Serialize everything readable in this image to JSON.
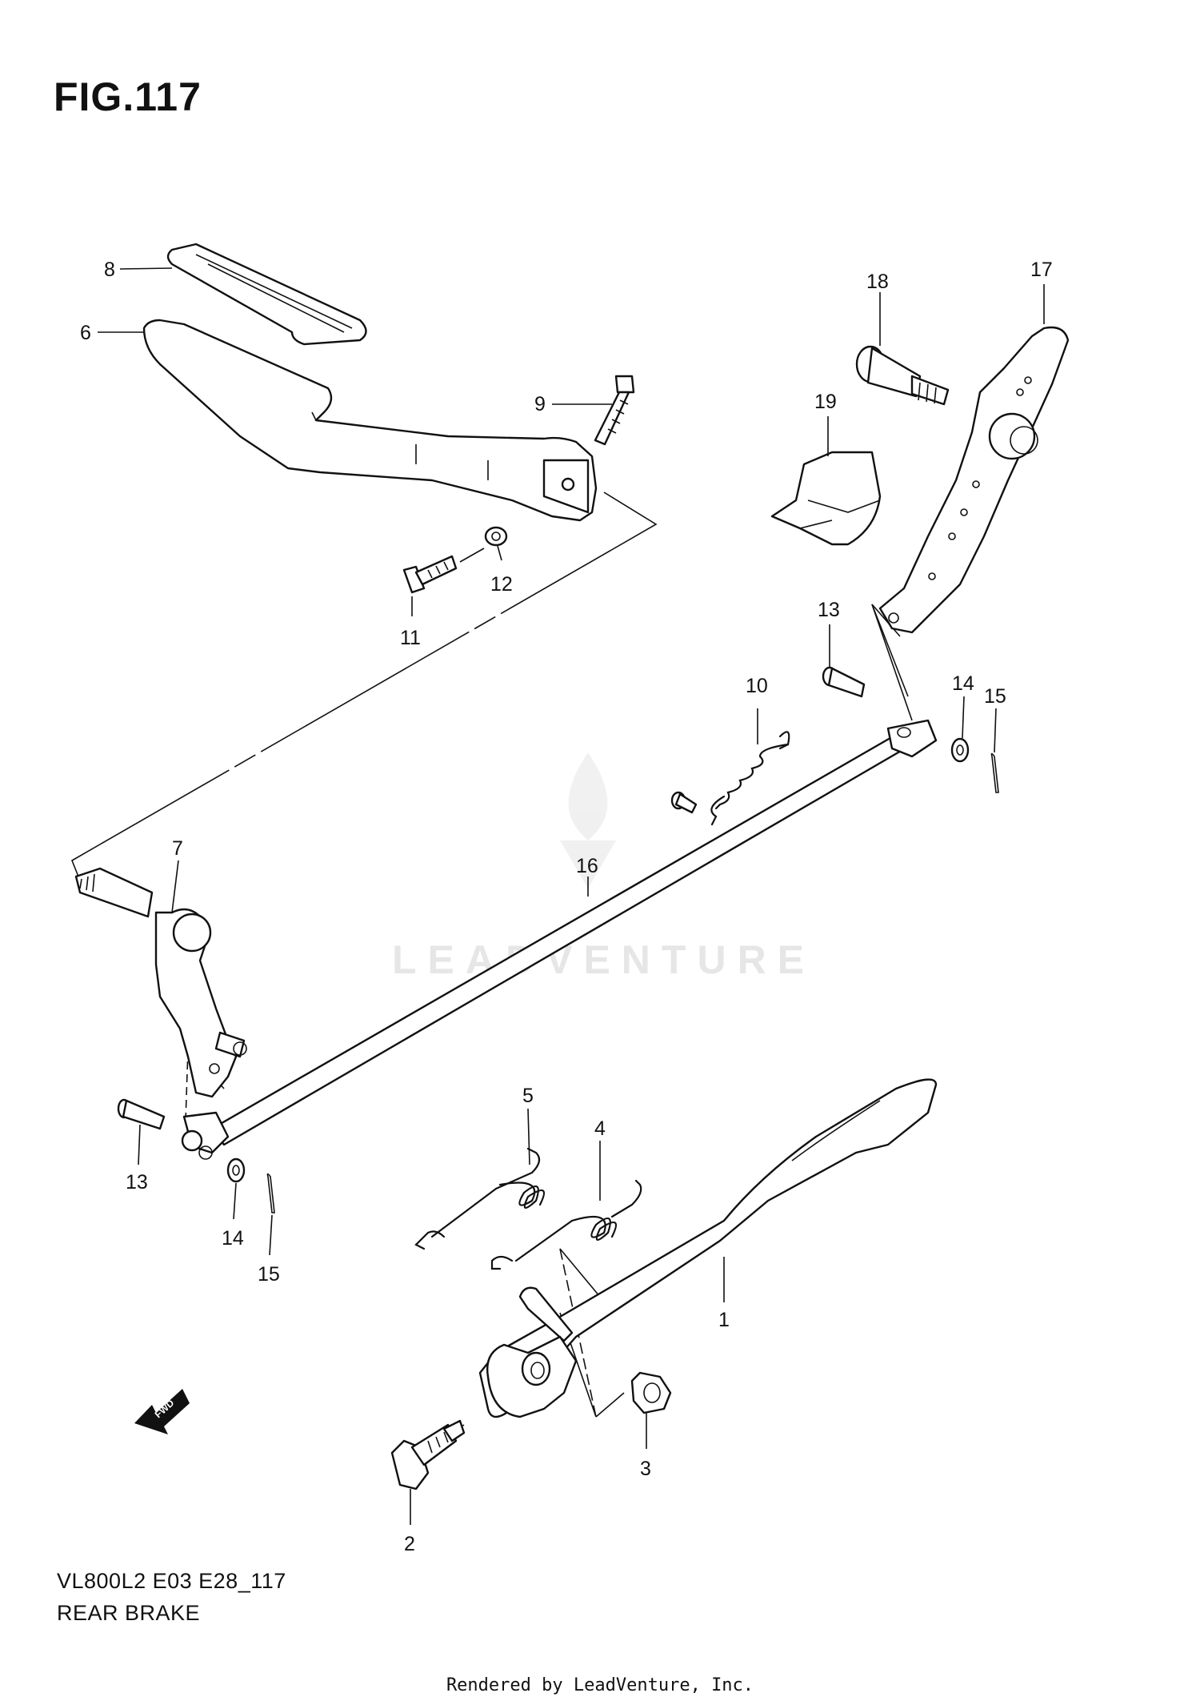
{
  "figure": {
    "title": "FIG.117",
    "model_code": "VL800L2 E03 E28_117",
    "assembly_name": "REAR BRAKE",
    "watermark": "LEADVENTURE",
    "rendered_by": "Rendered by LeadVenture, Inc.",
    "fwd_label": "FWD"
  },
  "callouts": [
    "8",
    "6",
    "9",
    "12",
    "11",
    "18",
    "17",
    "19",
    "13",
    "10",
    "14",
    "15",
    "7",
    "16",
    "5",
    "4",
    "13",
    "14",
    "15",
    "1",
    "3",
    "2"
  ]
}
